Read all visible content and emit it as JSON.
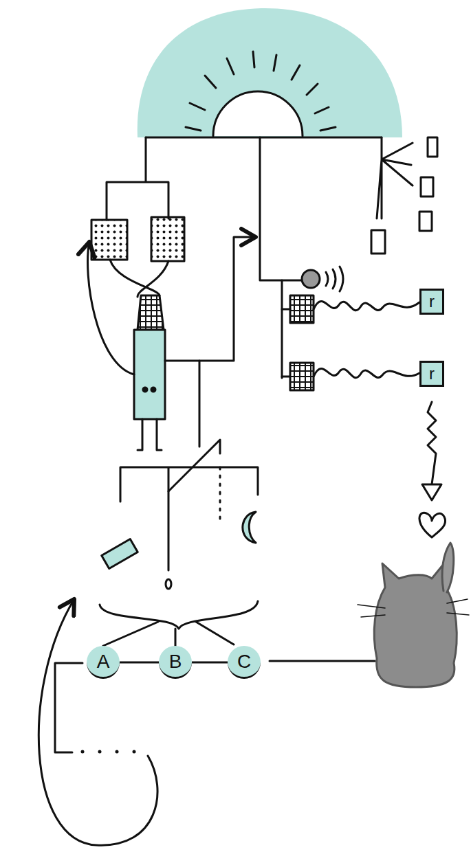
{
  "diagram": {
    "nodes": [
      {
        "text": [
          "A"
        ]
      },
      {
        "text": [
          "B"
        ]
      },
      {
        "text": [
          "C"
        ]
      },
      {
        "text": [
          "r"
        ]
      },
      {
        "text": [
          "r"
        ]
      }
    ],
    "edges": [
      {
        "from": 0,
        "to": 1,
        "arrow": "none"
      },
      {
        "from": 1,
        "to": 2,
        "arrow": "none"
      }
    ]
  }
}
